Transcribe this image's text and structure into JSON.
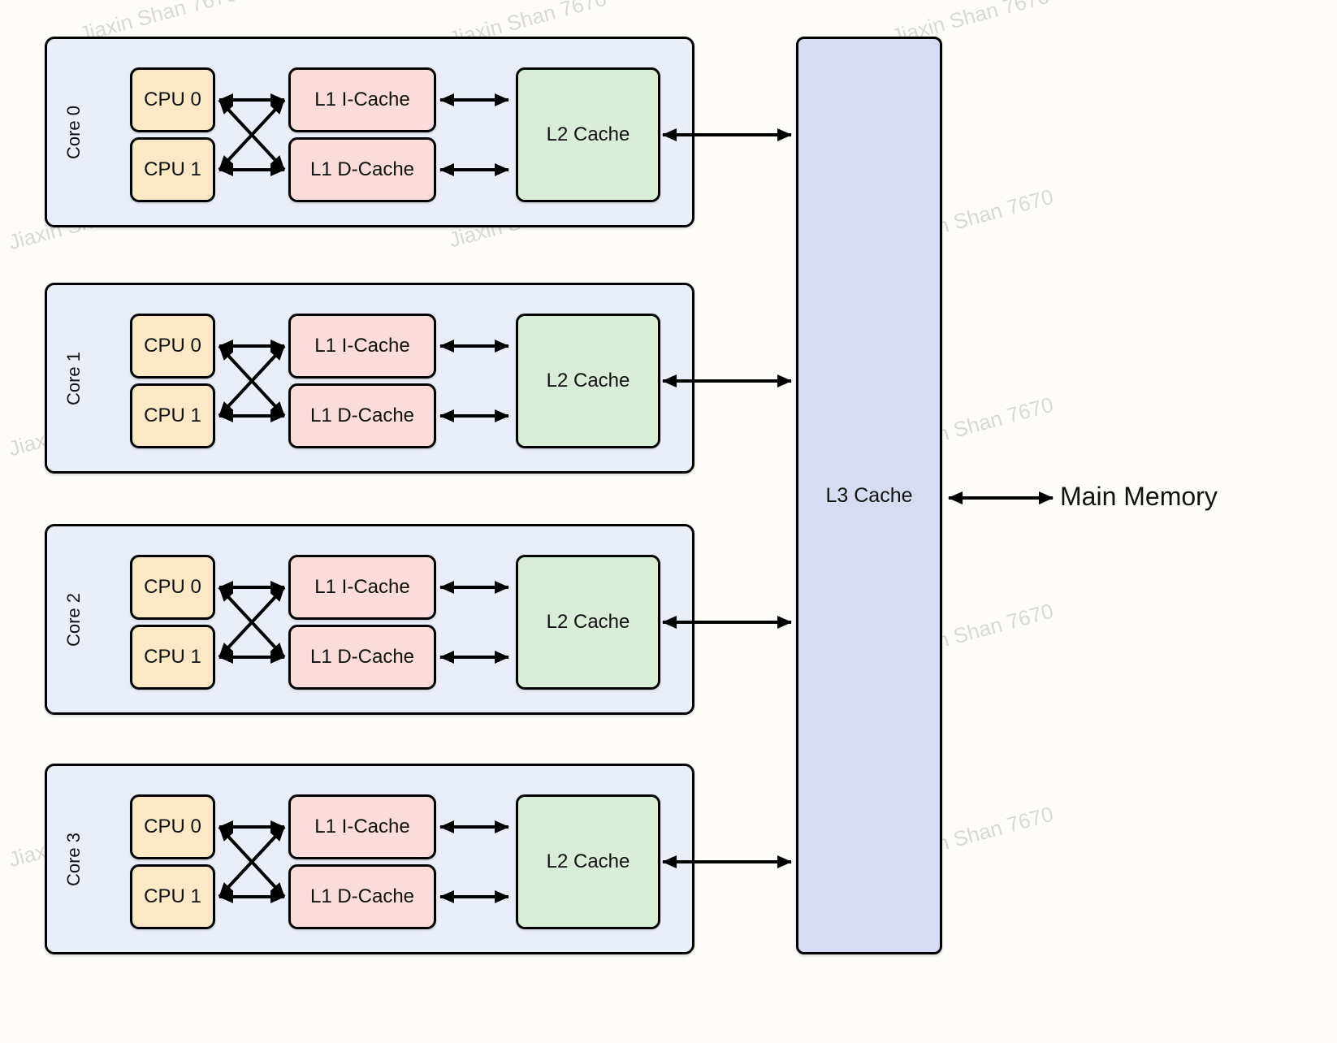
{
  "watermark": "Jiaxin Shan 7670",
  "cores": [
    {
      "label": "Core 0",
      "cpus": [
        "CPU 0",
        "CPU 1"
      ],
      "l1i": "L1 I-Cache",
      "l1d": "L1 D-Cache",
      "l2": "L2 Cache"
    },
    {
      "label": "Core 1",
      "cpus": [
        "CPU 0",
        "CPU 1"
      ],
      "l1i": "L1 I-Cache",
      "l1d": "L1 D-Cache",
      "l2": "L2 Cache"
    },
    {
      "label": "Core 2",
      "cpus": [
        "CPU 0",
        "CPU 1"
      ],
      "l1i": "L1 I-Cache",
      "l1d": "L1 D-Cache",
      "l2": "L2 Cache"
    },
    {
      "label": "Core 3",
      "cpus": [
        "CPU 0",
        "CPU 1"
      ],
      "l1i": "L1 I-Cache",
      "l1d": "L1 D-Cache",
      "l2": "L2 Cache"
    }
  ],
  "l3": "L3 Cache",
  "main_memory": "Main Memory",
  "colors": {
    "core_bg": "#eaeef8",
    "cpu": "#fbe8c4",
    "l1_cache": "#fadcdb",
    "l2_cache": "#d8eed6",
    "l3_cache": "#d8dcf2",
    "border": "#000000",
    "watermark": "#d6d6d6",
    "background": "#fdfcf8"
  }
}
